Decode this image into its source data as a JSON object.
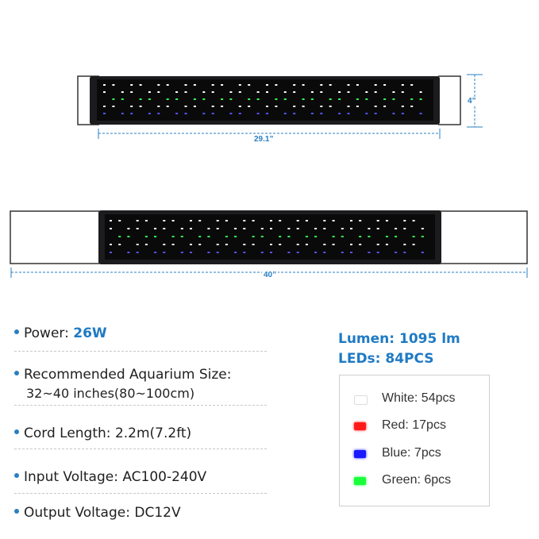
{
  "dimensions": {
    "small_length": "29.1”",
    "height": "4”",
    "large_length": "40”"
  },
  "specs": {
    "power": {
      "label": "Power:",
      "value": "26W"
    },
    "aquarium": {
      "label": "Recommended Aquarium Size:",
      "value": "32~40 inches(80~100cm)"
    },
    "cord": {
      "label": "Cord Length:",
      "value": "2.2m(7.2ft)"
    },
    "input": {
      "label": "Input Voltage:",
      "value": "AC100-240V"
    },
    "output": {
      "label": "Output Voltage:",
      "value": "DC12V"
    }
  },
  "highlights": {
    "lumen": "Lumen: 1095 lm",
    "leds": "LEDs: 84PCS"
  },
  "legend": [
    {
      "label": "White: 54pcs",
      "color": "#ffffff"
    },
    {
      "label": "Red: 17pcs",
      "color": "#ff1a1a"
    },
    {
      "label": "Blue: 7pcs",
      "color": "#1a1aff"
    },
    {
      "label": "Green: 6pcs",
      "color": "#1aff3a"
    }
  ],
  "colors": {
    "accent": "#1f7ac4",
    "dimension": "#2a7fc1",
    "fixture": "#1c1c1e"
  }
}
